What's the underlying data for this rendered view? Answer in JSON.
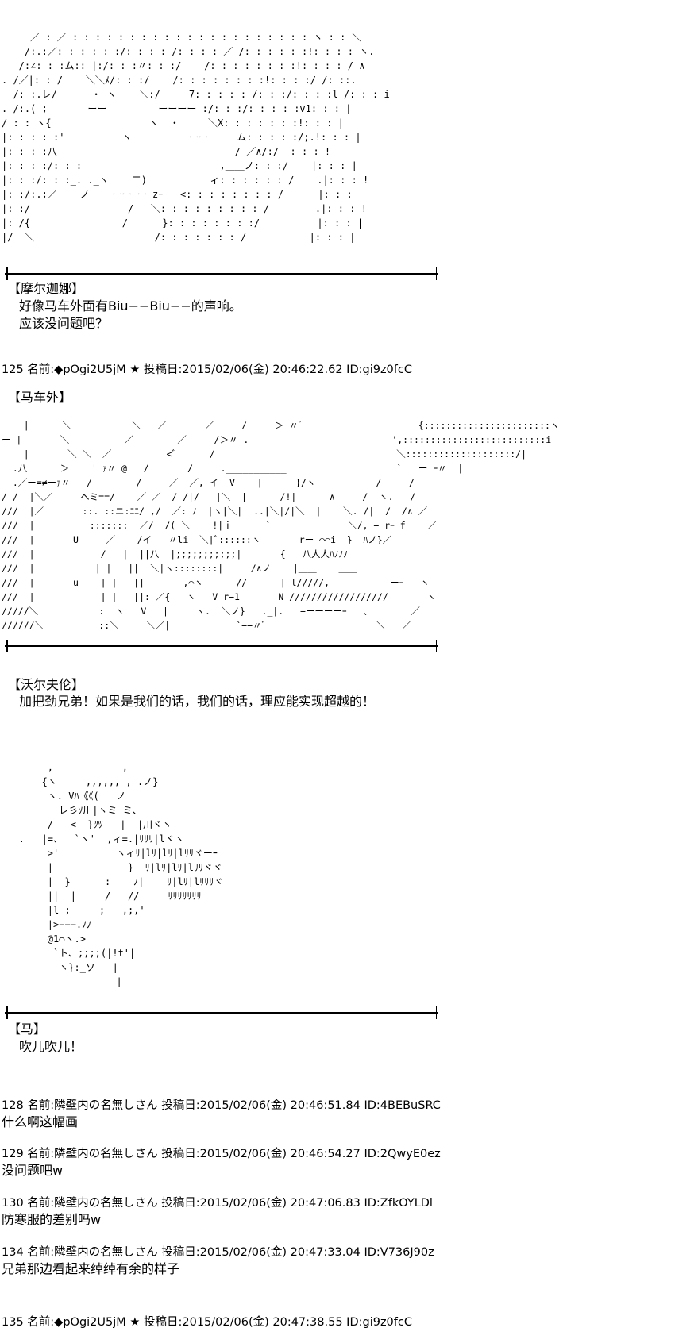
{
  "block1": {
    "art": "     ／ : ／ : : : : : : : : : : : : : : : : : : : : : ヽ : : ＼\n    /:.:／: : : : : :/: : : : /: : : : ／ /: : : : : :!: : : : ヽ.\n   /:∠: : :ム::_|:/: : :〃: : :/    /: : : : : : : :!: : : : / ∧\n. /／|: : /    ＼＼ﾒ/: : :/    /: : : : : : : :!: : : :/ /: ::.\n  /: :.レ/      ・ ヽ    ＼:/     7: : : : : /: : :/: : : :l /: : : i\n. /:.( ;       ーー         ーーーー :/: : :/: : : : :v1: : : |\n/ : : ヽ{                 ヽ  ・     ＼X: : : : : : :!: : : |\n|: : : : :'          ヽ          ーー     ム: : : : :/;.!: : : |\n|: : : :八                               / ／∧/:/  : : : !\n|: : : :/: : :                        ,＿＿ノ: : :/    |: : : |\n|: : :/: : :_. ._ヽ    二)           ィ: : : : : : /    .|: : : !\n|: :/:.;／    ノ    ーー ー zｰ   <: : : : : : : : /      |: : : |\n|: :/                 /   ＼: : : : : : : : : /        .|: : : !\n|: /{                /      }: : : : : : : :/          |: : : |\n|/  ＼                     /: : : : : : : /           |: : : |",
    "speaker": "【摩尔迦娜】",
    "line1": "好像马车外面有Biu−−Biu−−的声响。",
    "line2": "应该没问题吧？"
  },
  "post125": {
    "header": "125 名前:◆pOgi2U5jM ★ 投稿日:2015/02/06(金) 20:46:22.62 ID:gi9z0fcC"
  },
  "block2": {
    "speaker": "【马车外】",
    "art": "    |      ＼           ＼   ／       ／     /     ＞ 〃ﾞ                     {:::::::::::::::::::::::ヽ\nー |       ＼          ／        ／     /＞〃 .                          ',::::::::::::::::::::::::::i\n    |       ＼ ＼  ／          <ﾞ      /                                 ＼::::::::::::::::::::/|\n  .八      ＞    ' ｧ〃 @   /       /     .___________                    `   ー ｰ〃  |\n  .／ー=≠ーｧ〃   /        /     ／  ／, イ  V    |      }/ヽ     ＿＿ ＿/     /\n/ /  |＼／     ヘミ==/    ／ ／  / /|/   |＼  |      /!|      ∧     /  ヽ.   /\n///  |／       ::. ::ニ:ﾆﾆ/ ,/  ／: ﾉ  |ヽ|＼|  ..|＼|/|＼  |    ＼. /|  /  /∧ ／\n///  |          :::::::  ／/  /( ＼    !|ｉ      `              ＼/, − rｰ f    ／\n///  |       U     ／    /イ   〃li  ＼|ﾞ::::::ヽ       rー ⌒⌒i  }  ﾊノ}／\n///  |            /   |  ||八  |;;;;;;;;;;;|       {   八人人ﾊﾉﾉﾉ\n///  |           | |   ||  ＼|ヽ::::::::|     /∧ノ    |＿＿    ＿＿\n///  |       u    | |   ||       ,⌒ヽ      //      | l/////,           ーｰ   ヽ\n///  |            | |   ||: ／{   ヽ   V r−1       N //////////////////       ヽ\n/////＼           :  ヽ   V   |     ヽ.  ＼ノ}   ._|.   −ーーーーｰ   、       ／\n//////＼          ::＼     ＼／|            `−−〃ﾞ                    ＼   ／",
    "speaker2": "【沃尔夫伦】",
    "line": "加把劲兄弟！如果是我们的话，我们的话，理应能实现超越的！"
  },
  "block3": {
    "art": "\n        ,            ,\n       {ヽ     ,,,,,, ,_.ノ}\n        ヽ. Vﾊ《《(   ノ\n          レ彡ｿ川|ヽミ ミ、\n        /   <  }ﾂﾂ   |  |川ヾヽ\n   .   |=、  `ヽ'  ,ィ=.|ﾘﾘﾘ|lヾヽ\n        >'          ヽィﾘ|lﾘ|lﾘ|lﾘﾘヾーｰ\n        |             }  ﾘ|lﾘ|lﾘ|lﾘﾘヾヾ\n        |  }      :    ﾉ|    ﾘ|lﾘ|lﾘﾘﾘヾ\n        ||  |     /   //     ﾘﾘﾘﾘﾘﾘﾘ\n        |l ;     ;   ,;,'\n        |>−−−.ﾉﾉ\n        @1⌒ヽ.>\n         `ト、;;;;(|!t'|\n          ヽ}:_ソ   |\n                    |",
    "speaker": "【马】",
    "line": "吹儿吹儿！"
  },
  "posts": [
    {
      "header": "128 名前:隣壁内の名無しさん 投稿日:2015/02/06(金) 20:46:51.84 ID:4BEBuSRC",
      "body": "什么啊这幅画"
    },
    {
      "header": "129 名前:隣壁内の名無しさん 投稿日:2015/02/06(金) 20:46:54.27 ID:2QwyE0ez",
      "body": "没问题吧w"
    },
    {
      "header": "130 名前:隣壁内の名無しさん 投稿日:2015/02/06(金) 20:47:06.83 ID:ZfkOYLDl",
      "body": "防寒服的差别吗w"
    },
    {
      "header": "134 名前:隣壁内の名無しさん 投稿日:2015/02/06(金) 20:47:33.04 ID:V736J90z",
      "body": "兄弟那边看起来绰绰有余的样子"
    }
  ],
  "post135": {
    "header": "135 名前:◆pOgi2U5jM ★ 投稿日:2015/02/06(金) 20:47:38.55 ID:gi9z0fcC"
  }
}
